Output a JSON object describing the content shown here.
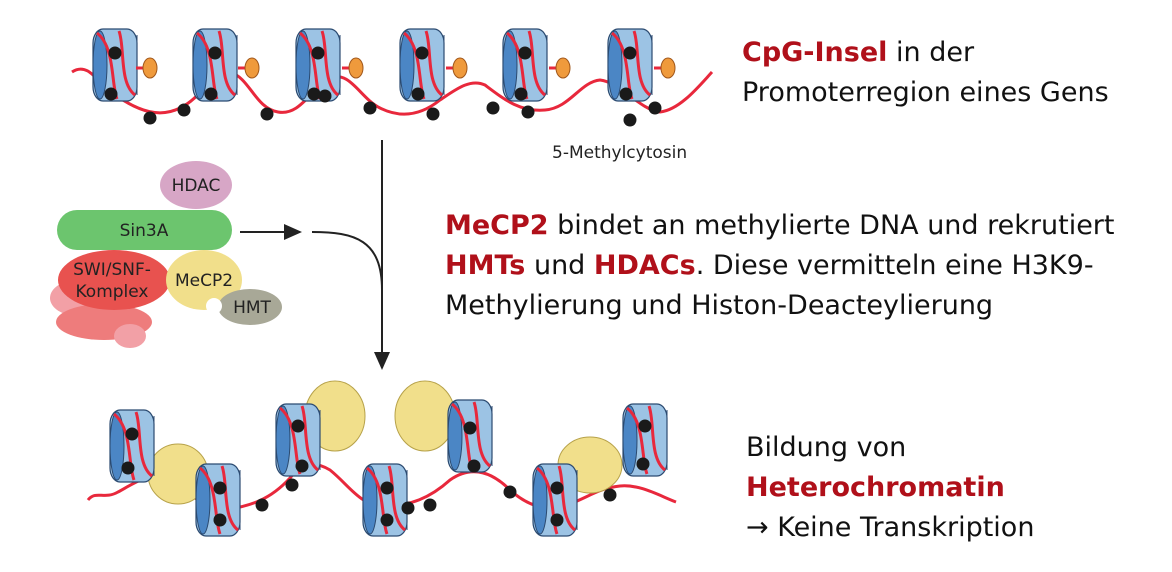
{
  "captions": {
    "top": {
      "highlight": "CpG-Insel",
      "rest_line1": " in der",
      "line2": "Promoterregion eines Gens"
    },
    "middle": {
      "highlight1": "MeCP2",
      "text1": " bindet an methylierte DNA und rekrutiert",
      "highlight2": "HMTs",
      "text2": " und ",
      "highlight3": "HDACs",
      "text3": ". Diese vermitteln eine H3K9-",
      "line3": "Methylierung und Histon-Deacteylierung"
    },
    "bottom": {
      "text1": "Bildung von ",
      "highlight": "Heterochromatin",
      "arrow": "→",
      "line2": " Keine Transkription"
    }
  },
  "labels": {
    "methylcytosine": "5-Methylcytosin",
    "hdac": "HDAC",
    "sin3a": "Sin3A",
    "swi_snf_line1": "SWI/SNF-",
    "swi_snf_line2": "Komplex",
    "mecp2": "MeCP2",
    "hmt": "HMT"
  },
  "colors": {
    "highlight": "#b0101a",
    "nucleosome_blue": "#9cc3e4",
    "nucleosome_dark": "#4b86c5",
    "dna_red": "#e8283c",
    "methyl_dot": "#1a1a1a",
    "orange_marker": "#ef9a3c",
    "hdac_pink": "#d7a6c6",
    "sin3a_green": "#6cc56e",
    "swi_snf_red": "#e8524f",
    "mecp2_yellow": "#f1df8b",
    "hmt_grey": "#a8a897"
  }
}
